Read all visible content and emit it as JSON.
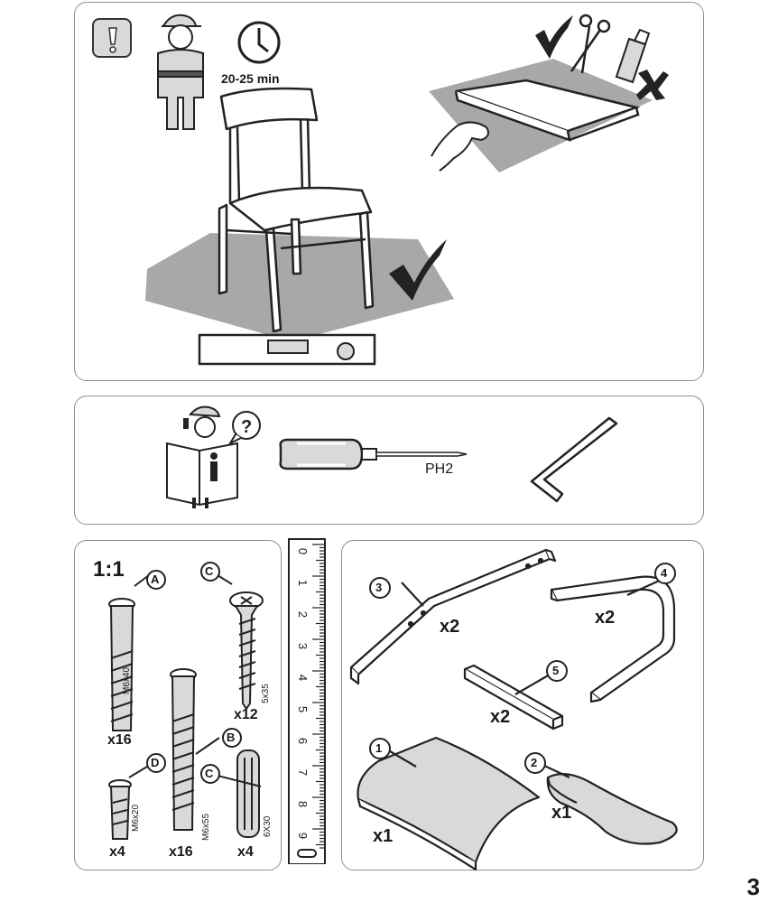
{
  "page": {
    "number": "3"
  },
  "panel_preparation": {
    "time_label": "20-25 min",
    "warning_icon": "exclamation-icon",
    "person_icon": "worker-icon",
    "clock_icon": "clock-icon",
    "ok_icons": [
      "checkmark-icon",
      "scissors-icon"
    ],
    "not_ok_icons": [
      "cutter-knife-icon",
      "cross-icon"
    ]
  },
  "panel_tools": {
    "screwdriver_label": "PH2",
    "help_icon": "info-manual-icon",
    "allen_key_icon": "allen-key-icon"
  },
  "panel_hardware": {
    "scale_label": "1:1",
    "parts": [
      {
        "letter": "A",
        "size": "M6x40",
        "qty": "x16"
      },
      {
        "letter": "B",
        "size": "M6x55",
        "qty": "x16"
      },
      {
        "letter": "C",
        "size": "5x35",
        "qty": "x12"
      },
      {
        "letter": "C",
        "size": "6X30",
        "qty": "x4"
      },
      {
        "letter": "D",
        "size": "M6x20",
        "qty": "x4"
      }
    ]
  },
  "ruler": {
    "labels": [
      "0",
      "1",
      "2",
      "3",
      "4",
      "5",
      "6",
      "7",
      "8",
      "9"
    ]
  },
  "panel_components": {
    "items": [
      {
        "num": "1",
        "qty": "x1"
      },
      {
        "num": "2",
        "qty": "x1"
      },
      {
        "num": "3",
        "qty": "x2"
      },
      {
        "num": "4",
        "qty": "x2"
      },
      {
        "num": "5",
        "qty": "x2"
      }
    ]
  }
}
